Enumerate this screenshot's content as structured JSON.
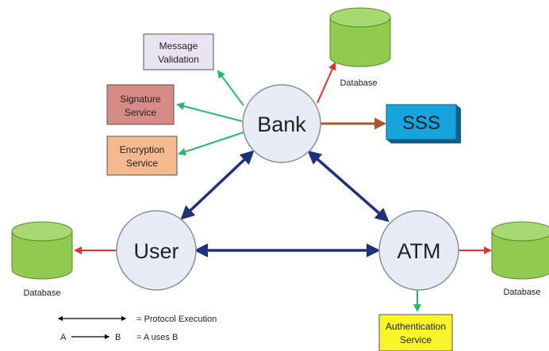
{
  "nodes": {
    "bank": "Bank",
    "user": "User",
    "atm": "ATM",
    "sss": "SSS"
  },
  "services": {
    "message_validation": [
      "Message",
      "Validation"
    ],
    "signature_service": [
      "Signature",
      "Service"
    ],
    "encryption_service": [
      "Encryption",
      "Service"
    ],
    "authentication_service": [
      "Authentication",
      "Service"
    ]
  },
  "databases": {
    "top": "Database",
    "left": "Database",
    "right": "Database"
  },
  "legend": {
    "protocol_execution": "= Protocol Execution",
    "uses_from": "A",
    "uses_to": "B",
    "uses_text": "= A uses B"
  },
  "colors": {
    "node_fill": "#e8ecf7",
    "node_stroke": "#8a8e99",
    "protocol_arrow": "#1f3279",
    "green_arrow": "#2ab573",
    "red_arrow": "#e8322c",
    "brown_arrow": "#a8562a",
    "db_fill": "#8fcb4f",
    "db_stroke": "#5a8a2a",
    "sss_fill": "#17a3dd",
    "sss_stroke": "#10618a",
    "message_fill": "#e9e4f1",
    "signature_fill": "#d68b86",
    "encryption_fill": "#f4b98c",
    "auth_fill": "#f9f52a"
  }
}
